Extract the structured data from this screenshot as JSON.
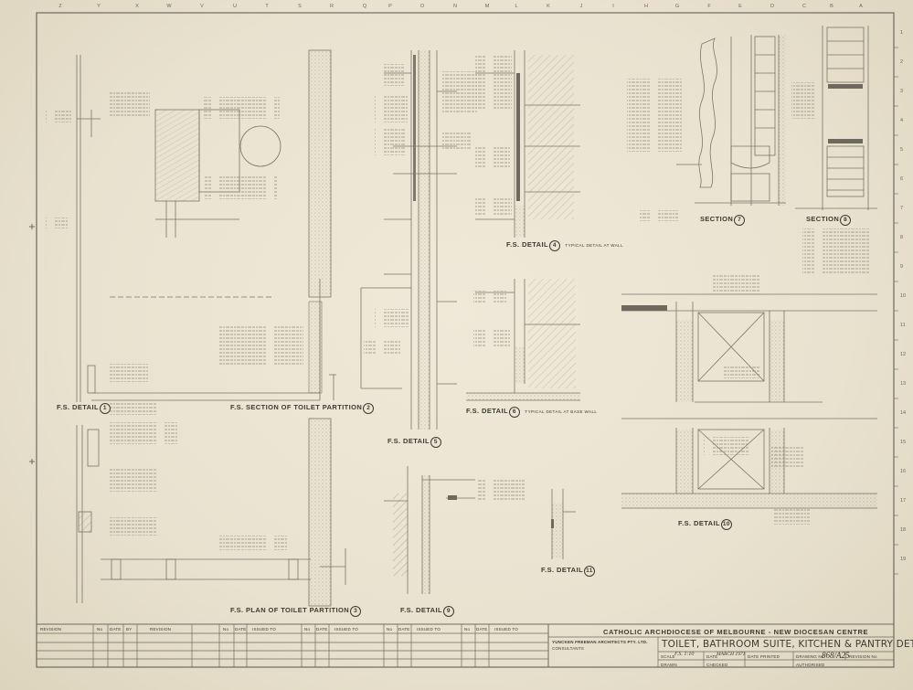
{
  "sheet": {
    "column_letters": [
      "Z",
      "Y",
      "X",
      "W",
      "V",
      "U",
      "T",
      "S",
      "R",
      "Q",
      "P",
      "O",
      "N",
      "M",
      "L",
      "K",
      "J",
      "I",
      "H",
      "G",
      "F",
      "E",
      "D",
      "C",
      "B",
      "A"
    ],
    "row_numbers": [
      "1",
      "2",
      "3",
      "4",
      "5",
      "6",
      "7",
      "8",
      "9",
      "10",
      "11",
      "12",
      "13",
      "14",
      "15",
      "16",
      "17",
      "18",
      "19"
    ]
  },
  "details": {
    "d1": {
      "label": "F.S. DETAIL",
      "num": "1"
    },
    "d2": {
      "label": "F.S. SECTION OF TOILET PARTITION",
      "num": "2"
    },
    "d3": {
      "label": "F.S. PLAN OF TOILET PARTITION",
      "num": "3"
    },
    "d4": {
      "label": "F.S. DETAIL",
      "num": "4",
      "note": "TYPICAL DETAIL AT WALL"
    },
    "d5": {
      "label": "F.S. DETAIL",
      "num": "5"
    },
    "d6": {
      "label": "F.S. DETAIL",
      "num": "6",
      "note": "TYPICAL DETAIL AT BASE WALL"
    },
    "d7": {
      "label": "SECTION",
      "num": "7"
    },
    "d8": {
      "label": "SECTION",
      "num": "8"
    },
    "d9": {
      "label": "F.S. DETAIL",
      "num": "9"
    },
    "d10": {
      "label": "F.S. DETAIL",
      "num": "10"
    },
    "d11": {
      "label": "F.S. DETAIL",
      "num": "11"
    }
  },
  "title_block": {
    "revision_header": "REVISION",
    "col_no": "No",
    "col_date": "DATE",
    "col_by": "BY",
    "col_revision": "REVISION",
    "col_issued_to": "ISSUED TO",
    "architect": "YUNCKEN FREEMAN ARCHITECTS PTY. LTD.",
    "consultants_header": "CONSULTANTS",
    "project": "CATHOLIC ARCHDIOCESE OF MELBOURNE - NEW DIOCESAN CENTRE",
    "title": "TOILET, BATHROOM SUITE, KITCHEN & PANTRY DETAILS",
    "scale_label": "SCALE",
    "scale_value": "F.S. 1:10",
    "date_label": "DATE",
    "date_value": "MARCH 1971",
    "date_printed_label": "DATE PRINTED",
    "drawing_no_label": "DRAWING No",
    "drawing_no_value": "868/A25",
    "revision_no_label": "REVISION No",
    "drawn_label": "DRAWN",
    "checked_label": "CHECKED",
    "authorised_label": "AUTHORISED"
  }
}
